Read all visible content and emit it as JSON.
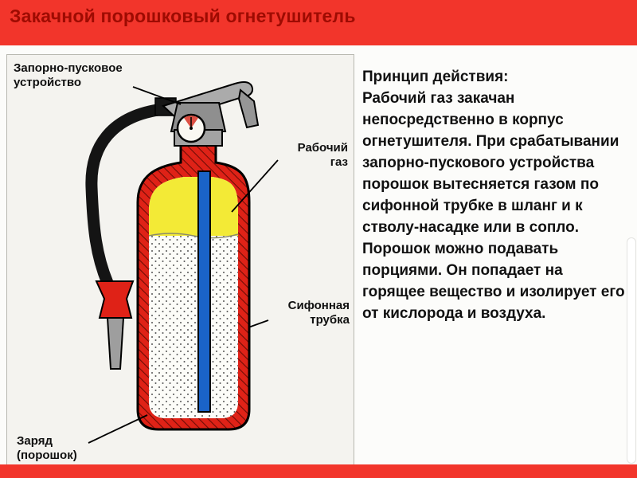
{
  "slide": {
    "title": "Закачной порошковый огнетушитель"
  },
  "diagram": {
    "labels": {
      "valve": "Запорно-пусковое устройство",
      "gas": "Рабочий газ",
      "siphon": "Сифонная трубка",
      "charge": "Заряд (порошок)"
    }
  },
  "description": {
    "heading": "Принцип действия:",
    "body": "Рабочий газ закачан непосредственно в корпус огнетушителя. При срабатывании запорно-пускового устройства порошок вытесняется газом по сифонной трубке в шланг и к стволу-насадке или в сопло. Порошок можно подавать порциями. Он попадает на горящее вещество и изолирует его от кислорода и воздуха."
  },
  "colors": {
    "banner_red": "#f2352b",
    "title_text": "#9e0b02",
    "extinguisher_red": "#df2217",
    "gas_yellow": "#f3ea36",
    "siphon_tube_blue": "#1a63c8",
    "hose_black": "#141414",
    "valve_gray": "#9e9e9e"
  }
}
